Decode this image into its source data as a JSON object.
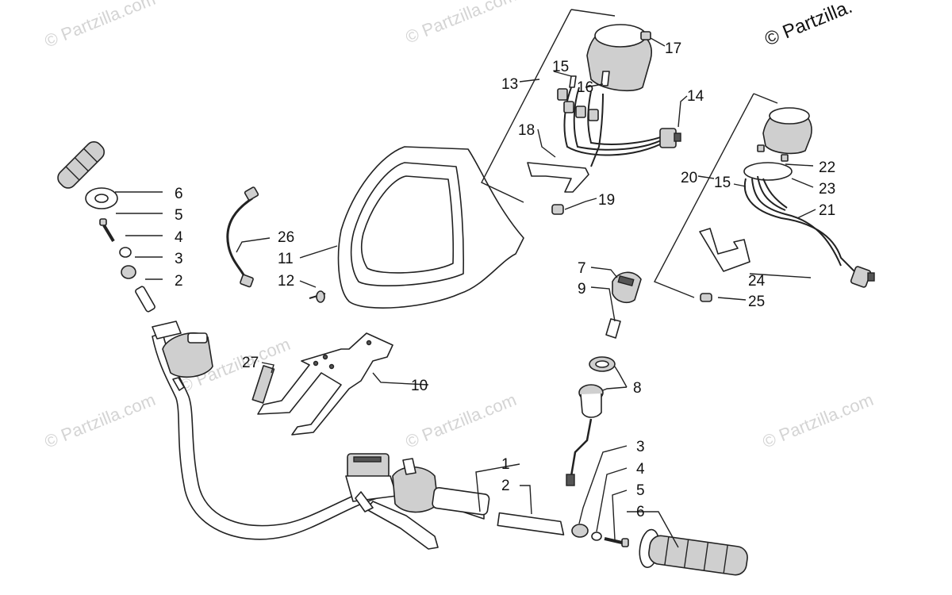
{
  "watermarks": [
    "© Partzilla.com",
    "© Partzilla.com",
    "© Partzilla.com",
    "© Partzilla.com",
    "© Partzilla.com",
    "© Partzilla.com"
  ],
  "copyright": "© Partzilla.",
  "labels": {
    "l1": "1",
    "l2a": "2",
    "l2b": "2",
    "l3a": "3",
    "l3b": "3",
    "l4a": "4",
    "l4b": "4",
    "l5a": "5",
    "l5b": "5",
    "l6a": "6",
    "l6b": "6",
    "l7": "7",
    "l8": "8",
    "l9": "9",
    "l10": "10",
    "l11": "11",
    "l12": "12",
    "l13": "13",
    "l14": "14",
    "l15a": "15",
    "l15b": "15",
    "l16": "16",
    "l17": "17",
    "l18": "18",
    "l19": "19",
    "l20": "20",
    "l21": "21",
    "l22": "22",
    "l23": "23",
    "l24": "24",
    "l25": "25",
    "l26": "26",
    "l27": "27"
  }
}
